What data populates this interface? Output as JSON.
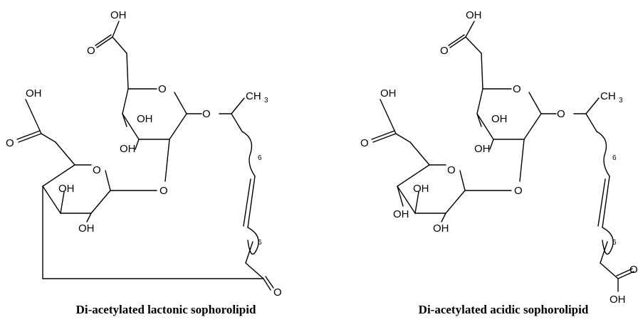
{
  "captions": {
    "lactonic": "Di-acetylated lactonic sophorolipid",
    "acidic": "Di-acetylated acidic sophorolipid"
  },
  "labels": {
    "oh": "OH",
    "o": "O",
    "ch": "CH",
    "three": "3",
    "six": "6"
  }
}
